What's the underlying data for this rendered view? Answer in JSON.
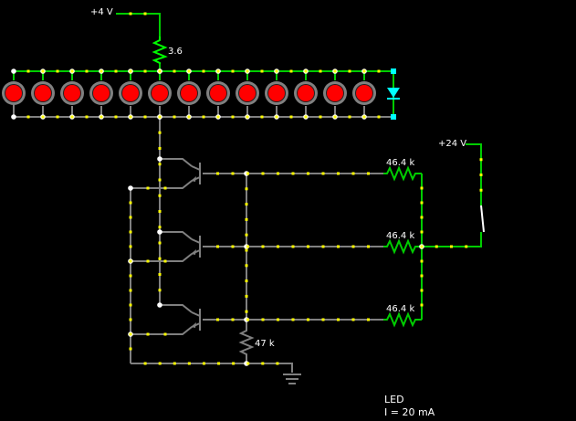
{
  "circuit": {
    "supply_4v_label": "+4 V",
    "supply_24v_label": "+24 V",
    "resistor_top_label": "3.6",
    "resistor_46k_labels": [
      "46.4 k",
      "46.4 k",
      "46.4 k"
    ],
    "resistor_47k_label": "47 k",
    "led_count": 13,
    "transistor_count": 3
  },
  "info_panel": {
    "title": "LED",
    "current": "I = 20 mA"
  },
  "colors": {
    "background": "#000000",
    "wire_neutral": "#808080",
    "wire_live": "#00cc00",
    "current_dot": "#ffff00",
    "node_dot": "#ffffff",
    "led_body": "#ff0000",
    "led_ring": "#808080",
    "selected_led": "#00ffff",
    "resistor_live": "#00ff00"
  }
}
